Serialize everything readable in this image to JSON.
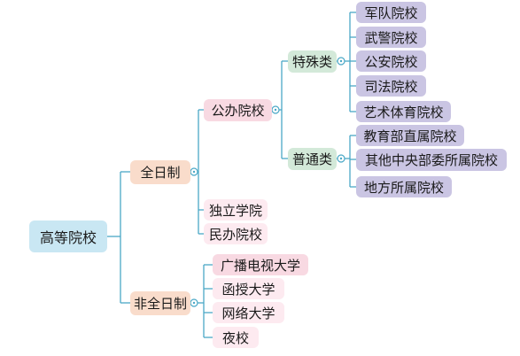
{
  "diagram": {
    "root": "高等院校",
    "full_time": {
      "label": "全日制",
      "public": {
        "label": "公办院校",
        "special": {
          "label": "特殊类",
          "items": [
            "军队院校",
            "武警院校",
            "公安院校",
            "司法院校",
            "艺术体育院校"
          ]
        },
        "general": {
          "label": "普通类",
          "items": [
            "教育部直属院校",
            "其他中央部委所属院校",
            "地方所属院校"
          ]
        }
      },
      "independent": "独立学院",
      "private": "民办院校"
    },
    "part_time": {
      "label": "非全日制",
      "items": [
        "广播电视大学",
        "函授大学",
        "网络大学",
        "夜校"
      ]
    }
  },
  "colors": {
    "line": "#4aa8c6",
    "root": "#c9e7f3",
    "level1": "#f9dccb",
    "level2": "#f8d9e2",
    "category": "#d3e9d9",
    "leaf": "#cac5e3"
  }
}
